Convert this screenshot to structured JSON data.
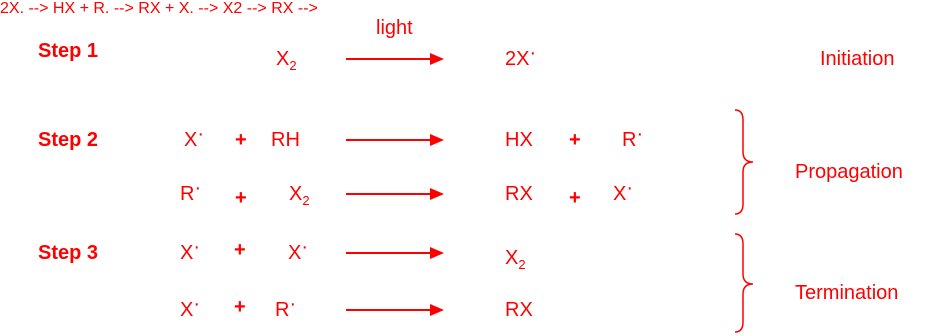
{
  "steps": {
    "s1": "Step 1",
    "s2": "Step 2",
    "s3": "Step 3"
  },
  "phases": {
    "initiation": "Initiation",
    "propagation": "Propagation",
    "termination": "Termination"
  },
  "condition": "light",
  "species": {
    "X": "X",
    "R": "R",
    "RH": "RH",
    "HX": "HX",
    "RX": "RX",
    "twoX": "2X",
    "sub2": "2",
    "plus": "+",
    "dot": "·"
  },
  "colors": {
    "accent": "#ff0000"
  }
}
